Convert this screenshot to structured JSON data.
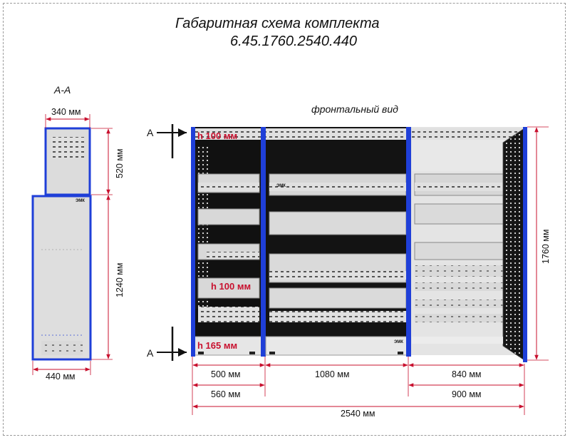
{
  "title": {
    "line1": "Габаритная схема комплекта",
    "line2": "6.45.1760.2540.440"
  },
  "section": {
    "label": "A-A",
    "width_top": "340 мм",
    "height_top": "520 мм",
    "height_bottom": "1240 мм",
    "width_bottom": "440 мм",
    "logo": "ЭМК"
  },
  "front": {
    "label": "фронтальный вид",
    "cut_top": "A",
    "cut_bottom": "A",
    "step_top": "h 100 мм",
    "step_mid": "h 100 мм",
    "step_bottom": "h 165 мм",
    "total_height": "1760 мм",
    "dim_500": "500 мм",
    "dim_1080": "1080 мм",
    "dim_840": "840 мм",
    "dim_560": "560 мм",
    "dim_900": "900 мм",
    "dim_total": "2540 мм",
    "logo_a": "ЭМК",
    "logo_b": "ЭМК"
  },
  "colors": {
    "frame": "#1f3fd8",
    "dimension": "#c8102e",
    "panel": "#dcdcdc",
    "dark": "#141414"
  }
}
